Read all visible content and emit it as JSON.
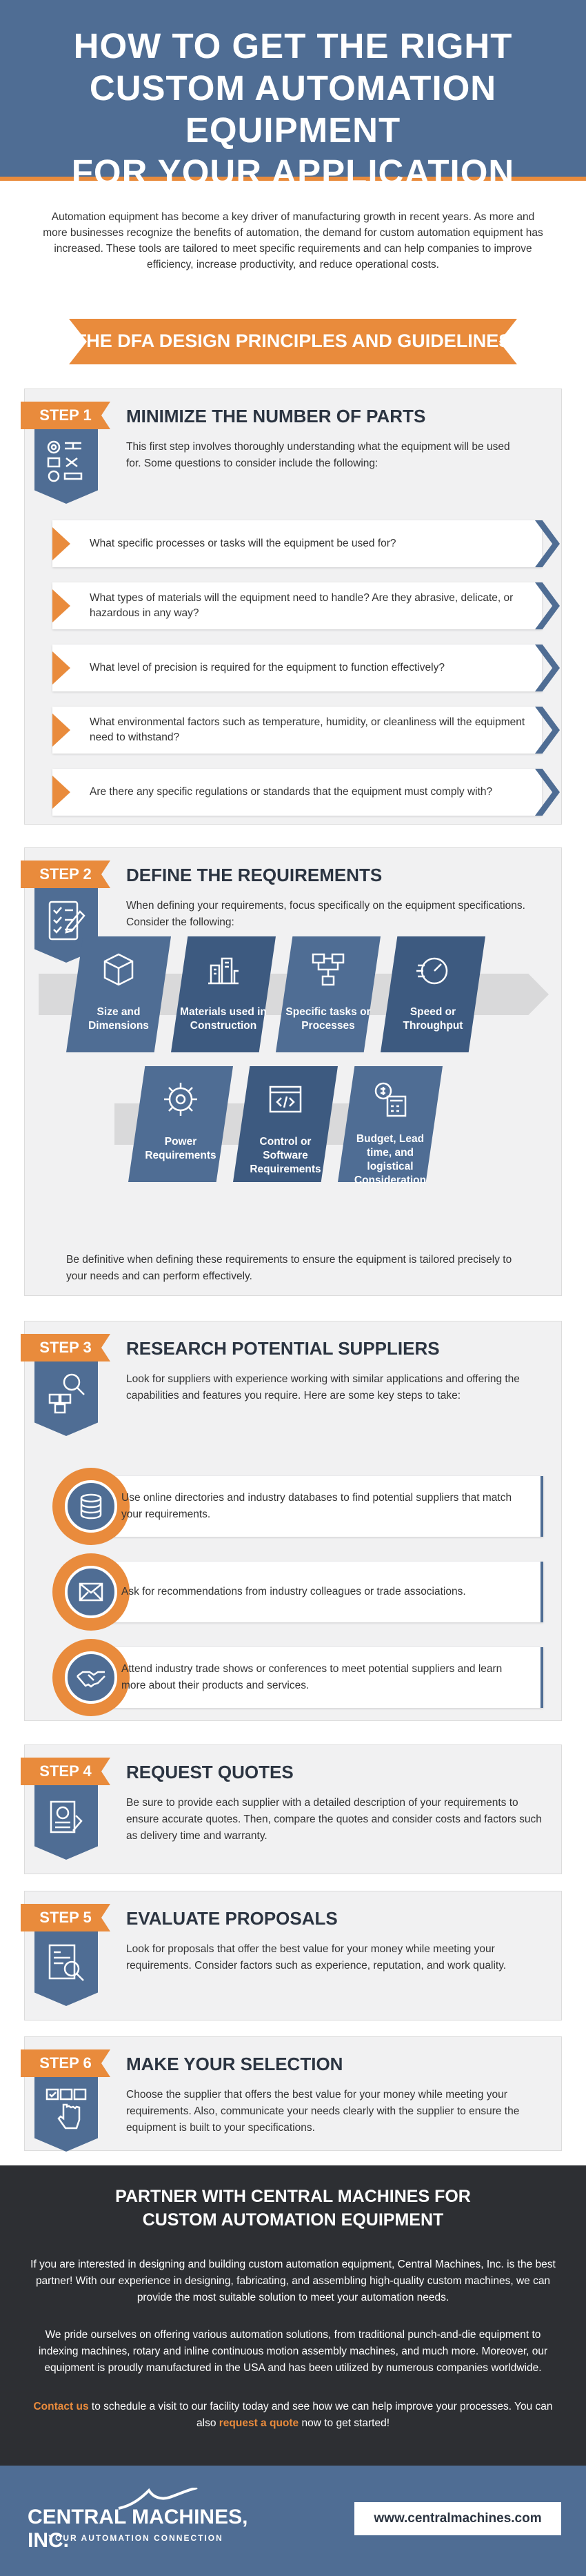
{
  "hero": {
    "title_lines": [
      "HOW TO GET THE RIGHT",
      "CUSTOM AUTOMATION EQUIPMENT",
      "FOR YOUR APPLICATION"
    ]
  },
  "intro": "Automation equipment has become a key driver of manufacturing growth in recent years. As more and more businesses recognize the benefits of automation, the demand for custom automation equipment has increased. These tools are tailored to meet specific requirements and can help companies to improve efficiency, increase productivity, and reduce operational costs.",
  "dfa_banner": "THE DFA DESIGN PRINCIPLES AND GUIDELINES",
  "steps": [
    {
      "tag": "STEP 1",
      "title": "MINIMIZE THE NUMBER OF PARTS",
      "body": "This first step involves thoroughly understanding what the equipment will be used for. Some questions to consider include the following:",
      "questions": [
        "What specific processes or tasks will the equipment be used for?",
        "What types of materials will the equipment need to handle? Are they abrasive, delicate, or hazardous in any way?",
        "What level of precision is required for the equipment to function effectively?",
        "What environmental factors such as temperature, humidity, or cleanliness will the equipment need to withstand?",
        "Are there any specific regulations or standards that the equipment must comply with?"
      ]
    },
    {
      "tag": "STEP 2",
      "title": "DEFINE THE REQUIREMENTS",
      "body": "When defining your requirements, focus specifically on the equipment specifications. Consider the following:",
      "cards": [
        "Size and Dimensions",
        "Materials used in Construction",
        "Specific tasks or Processes",
        "Speed or Throughput",
        "Power Requirements",
        "Control or Software Requirements",
        "Budget, Lead time, and logistical Consideration"
      ],
      "footer": "Be definitive when defining these requirements to ensure the equipment is tailored precisely to your needs and can perform effectively."
    },
    {
      "tag": "STEP 3",
      "title": "RESEARCH POTENTIAL SUPPLIERS",
      "body": "Look for suppliers with experience working with similar applications and offering the capabilities and features you require. Here are some key steps to take:",
      "items": [
        "Use online directories and industry databases to find potential suppliers that match your requirements.",
        "Ask for recommendations from industry colleagues or trade associations.",
        "Attend industry trade shows or conferences to meet potential suppliers and learn more about their products and services."
      ]
    },
    {
      "tag": "STEP 4",
      "title": "REQUEST QUOTES",
      "body": "Be sure to provide each supplier with a detailed description of your requirements to ensure accurate quotes. Then, compare the quotes and consider costs and factors such as delivery time and warranty."
    },
    {
      "tag": "STEP 5",
      "title": "EVALUATE PROPOSALS",
      "body": "Look for proposals that offer the best value for your money while meeting your requirements. Consider factors such as experience, reputation, and work quality."
    },
    {
      "tag": "STEP 6",
      "title": "MAKE YOUR SELECTION",
      "body": "Choose the supplier that offers the best value for your money while meeting your requirements. Also, communicate your needs clearly with the supplier to ensure the equipment is built to your specifications."
    }
  ],
  "partner": {
    "title_lines": [
      "PARTNER WITH CENTRAL MACHINES FOR",
      "CUSTOM AUTOMATION EQUIPMENT"
    ],
    "p1": "If you are interested in designing and building custom automation equipment, Central Machines, Inc. is the best partner! With our experience in designing, fabricating, and assembling high-quality custom machines, we can provide the most suitable solution to meet your automation needs.",
    "p2": "We pride ourselves on offering various automation solutions, from traditional punch-and-die equipment to indexing machines, rotary and inline continuous motion assembly machines, and much more. Moreover, our equipment is proudly manufactured in the USA and has been utilized by numerous companies worldwide.",
    "cta_link1": "Contact us",
    "cta_text1": " to schedule a visit to our facility today and see how we can help improve your processes. You can also ",
    "cta_link2": "request a quote",
    "cta_text2": " now to get started!"
  },
  "footer": {
    "logo_name": "CENTRAL MACHINES, INC.",
    "logo_tagline": "YOUR AUTOMATION CONNECTION",
    "url": "www.centralmachines.com"
  },
  "colors": {
    "blue": "#4f6d94",
    "orange": "#e98b3c",
    "dark": "#2d2f33"
  }
}
